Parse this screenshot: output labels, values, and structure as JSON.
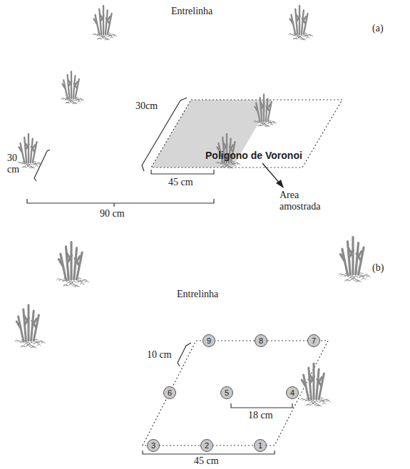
{
  "diagram": {
    "nodes": [
      {
        "text": [
          "9"
        ]
      },
      {
        "text": [
          "8"
        ]
      },
      {
        "text": [
          "7"
        ]
      },
      {
        "text": [
          "6"
        ]
      },
      {
        "text": [
          "5"
        ]
      },
      {
        "text": [
          "4"
        ]
      },
      {
        "text": [
          "3"
        ]
      },
      {
        "text": [
          "2"
        ]
      },
      {
        "text": [
          "1"
        ]
      }
    ],
    "labels": [
      "Entrelinha",
      "(a)",
      "30cm",
      "30 cm",
      "90 cm",
      "45 cm",
      "Poligono de Voronoi",
      "Area amostrada",
      "Entrelinha",
      "(b)",
      "10 cm",
      "18 cm",
      "45 cm"
    ]
  }
}
